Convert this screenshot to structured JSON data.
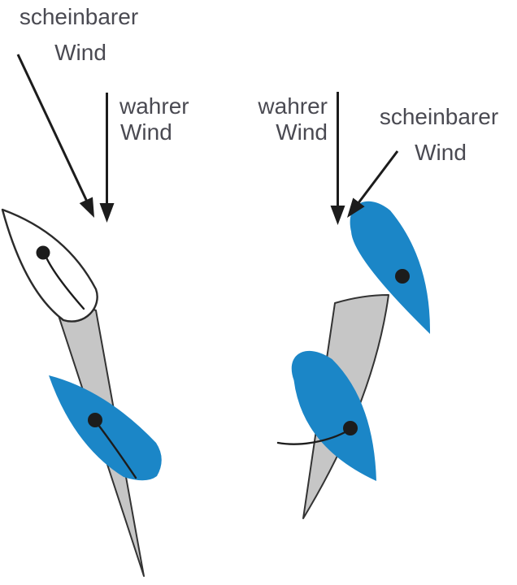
{
  "figure": {
    "title_hint": "sailing wind diagram",
    "left": {
      "apparent_wind": {
        "line1": "scheinbarer",
        "line2": "Wind"
      },
      "true_wind": {
        "line1": "wahrer",
        "line2": "Wind"
      }
    },
    "right": {
      "true_wind": {
        "line1": "wahrer",
        "line2": "Wind"
      },
      "apparent_wind": {
        "line1": "scheinbarer",
        "line2": "Wind"
      }
    },
    "colors": {
      "boat_blue": "#1b86c7",
      "track_gray": "#c6c6c6",
      "outline": "#333333",
      "ink": "#1c1c1c",
      "text": "#4a4a52",
      "background": "#ffffff"
    }
  }
}
